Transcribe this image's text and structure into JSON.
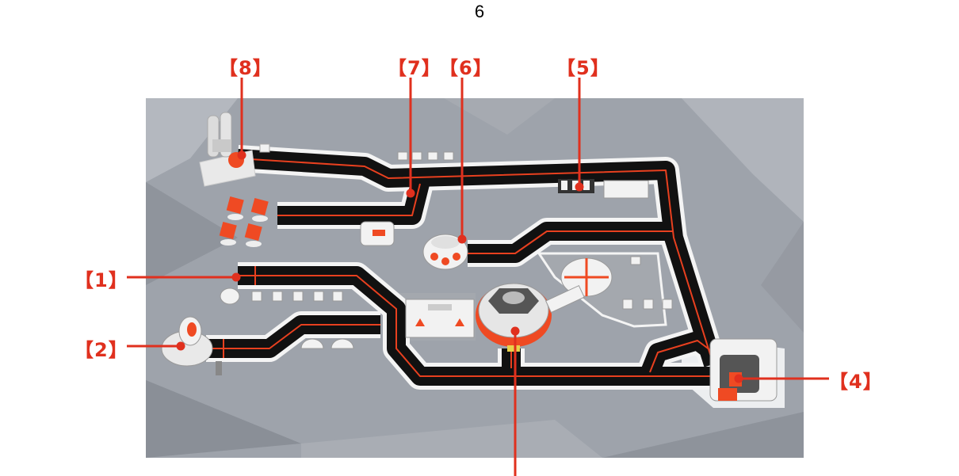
{
  "page": {
    "number": "6"
  },
  "callouts": [
    {
      "id": "1",
      "text": "【1】"
    },
    {
      "id": "2",
      "text": "【2】"
    },
    {
      "id": "4",
      "text": "【4】"
    },
    {
      "id": "5",
      "text": "【5】"
    },
    {
      "id": "6",
      "text": "【6】"
    },
    {
      "id": "7",
      "text": "【7】"
    },
    {
      "id": "8",
      "text": "【8】"
    }
  ],
  "colors": {
    "accent": "#e0301e",
    "board": "#9ea3ab",
    "track": "#111111",
    "track_line": "#e8401f",
    "module_white": "#f2f2f2",
    "module_orange": "#ef4a23"
  }
}
